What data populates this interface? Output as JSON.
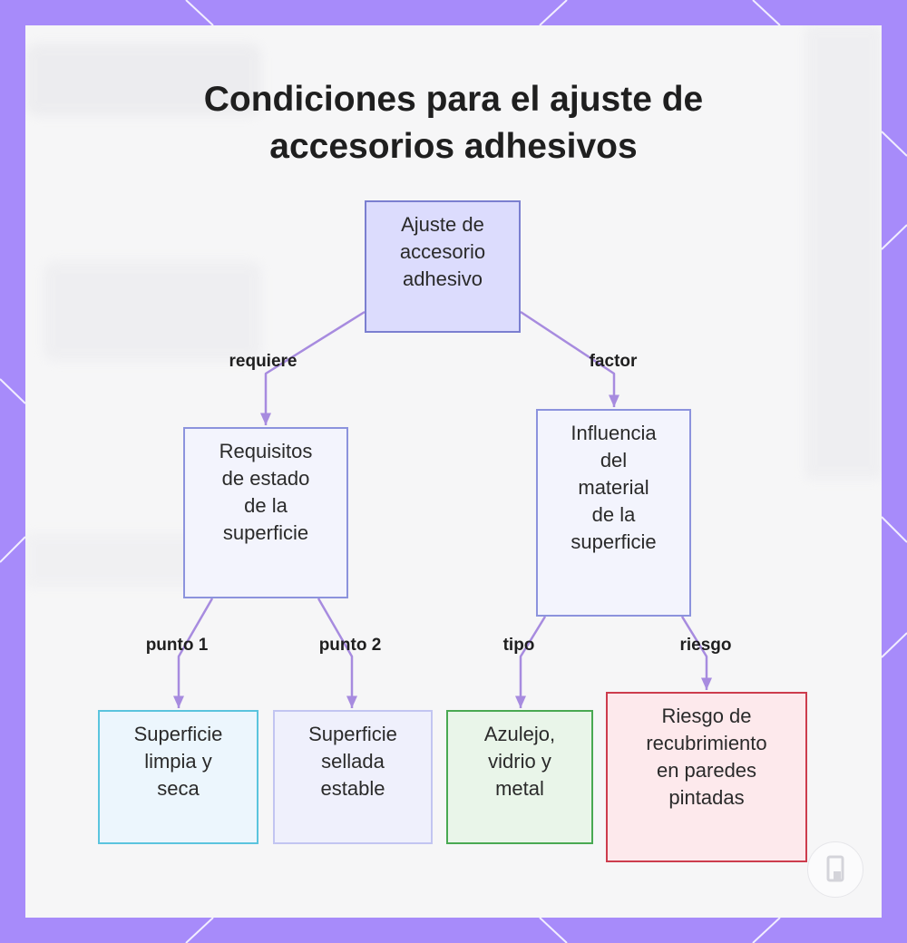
{
  "title": {
    "line1": "Condiciones para el ajuste de",
    "line2": "accesorios adhesivos"
  },
  "colors": {
    "frame": "#a78bfa",
    "edge": "#a78bdf",
    "root_fill": "#dcdcfd",
    "cyan_border": "#5bc4de",
    "green_border": "#49a952",
    "red_border": "#cd3c4d"
  },
  "nodes": {
    "root": {
      "lines": [
        "Ajuste de",
        "accesorio",
        "adhesivo"
      ]
    },
    "requisitos": {
      "lines": [
        "Requisitos",
        "de estado",
        "de la",
        "superficie"
      ]
    },
    "influencia": {
      "lines": [
        "Influencia",
        "del",
        "material",
        "de la",
        "superficie"
      ]
    },
    "limpia": {
      "lines": [
        "Superficie",
        "limpia y",
        "seca"
      ]
    },
    "sellada": {
      "lines": [
        "Superficie",
        "sellada",
        "estable"
      ]
    },
    "azulejo": {
      "lines": [
        "Azulejo,",
        "vidrio y",
        "metal"
      ]
    },
    "riesgo": {
      "lines": [
        "Riesgo de",
        "recubrimiento",
        "en paredes",
        "pintadas"
      ]
    }
  },
  "edges": {
    "requiere": "requiere",
    "factor": "factor",
    "punto1": "punto 1",
    "punto2": "punto 2",
    "tipo": "tipo",
    "riesgo": "riesgo"
  }
}
